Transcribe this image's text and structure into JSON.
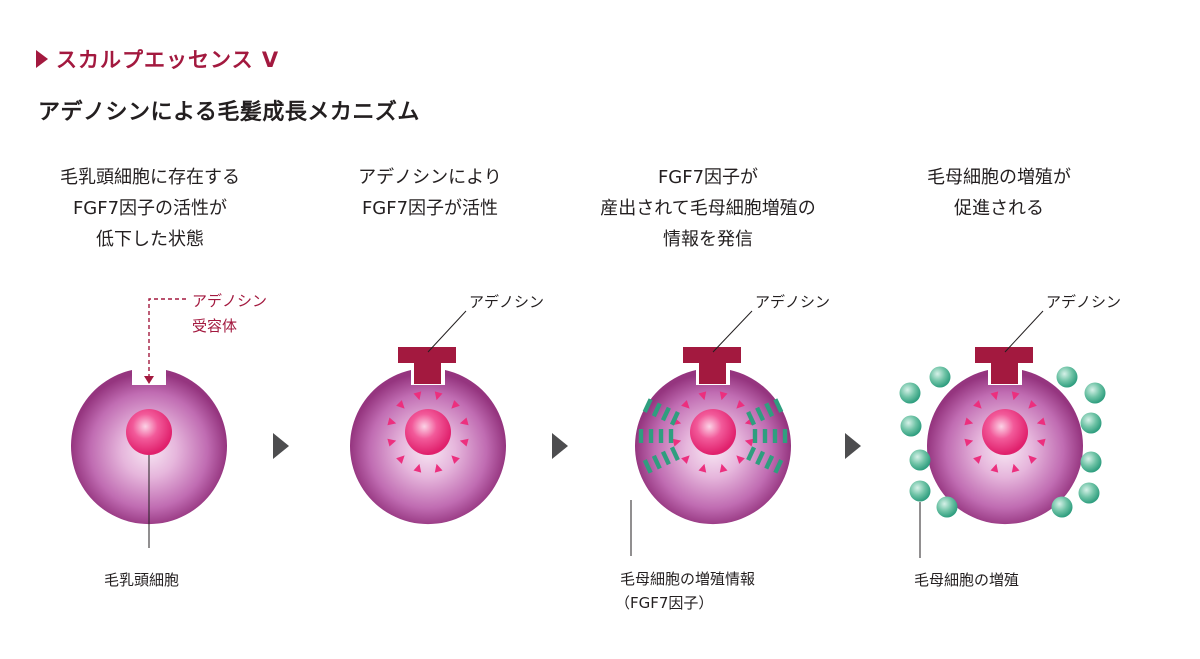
{
  "header": {
    "product_name": "スカルプエッセンス Ⅴ",
    "title": "アデノシンによる毛髪成長メカニズム"
  },
  "stages": [
    {
      "caption": [
        "毛乳頭細胞に存在する",
        "FGF7因子の活性が",
        "低下した状態"
      ]
    },
    {
      "caption": [
        "アデノシンにより",
        "FGF7因子が活性"
      ]
    },
    {
      "caption": [
        "FGF7因子が",
        "産出されて毛母細胞増殖の",
        "情報を発信"
      ]
    },
    {
      "caption": [
        "毛母細胞の増殖が",
        "促進される"
      ]
    }
  ],
  "labels": {
    "receptor": [
      "アデノシン",
      "受容体"
    ],
    "dermal_papilla": "毛乳頭細胞",
    "adenosine_2": "アデノシン",
    "adenosine_3": "アデノシン",
    "adenosine_4": "アデノシン",
    "growth_info": [
      "毛母細胞の増殖情報",
      "（FGF7因子）"
    ],
    "proliferation": "毛母細胞の増殖"
  },
  "colors": {
    "accent": "#a3193f",
    "cell_outer": "#9c3e8e",
    "cell_inner": "#f2d8ec",
    "nucleus": "#ec2f7e",
    "teal": "#2f9e7f",
    "arrow": "#4d4d4f"
  },
  "icons": {
    "stage_arrow": "triangle-right-icon",
    "bullet": "triangle-right-icon"
  }
}
